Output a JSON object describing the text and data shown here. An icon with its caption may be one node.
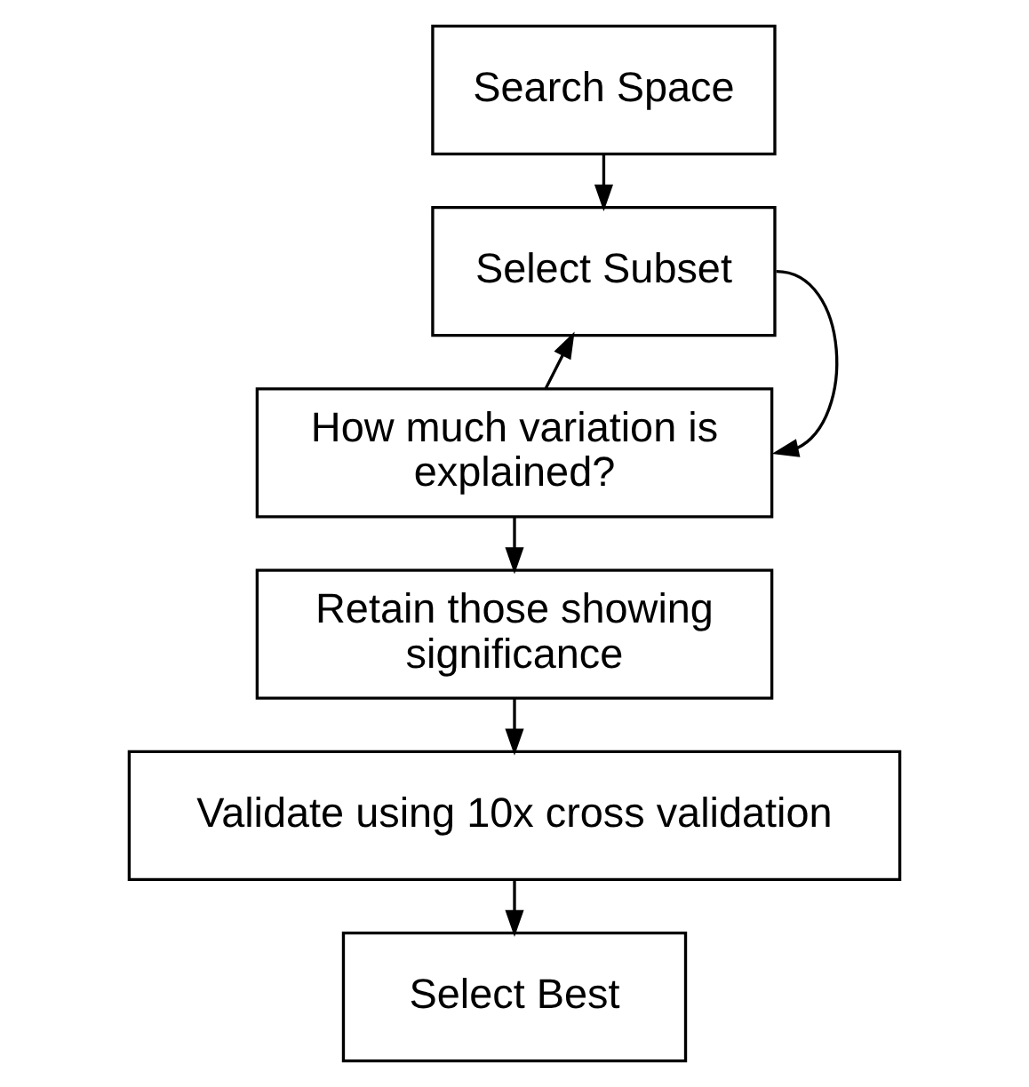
{
  "diagram": {
    "nodes": [
      {
        "text": [
          "Search Space"
        ]
      },
      {
        "text": [
          "Select Subset"
        ]
      },
      {
        "text": [
          "How much variation is explained?"
        ]
      },
      {
        "text": [
          "Retain those showing significance"
        ]
      },
      {
        "text": [
          "Validate using 10x cross validation"
        ]
      },
      {
        "text": [
          "Select Best"
        ]
      }
    ],
    "edges": [
      {
        "from": 0,
        "to": 1,
        "arrow": "to"
      },
      {
        "from": 1,
        "to": 2,
        "arrow": "to"
      },
      {
        "from": 2,
        "to": 1,
        "arrow": "to"
      },
      {
        "from": 2,
        "to": 3,
        "arrow": "to"
      },
      {
        "from": 3,
        "to": 4,
        "arrow": "to"
      },
      {
        "from": 4,
        "to": 5,
        "arrow": "to"
      }
    ]
  }
}
